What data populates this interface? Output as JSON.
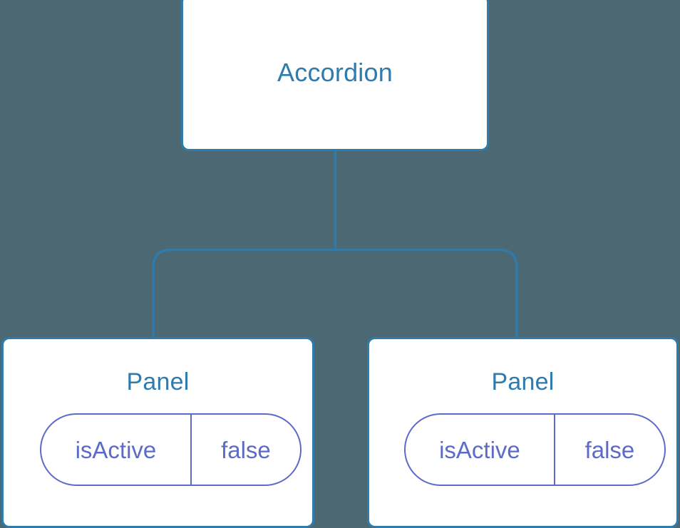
{
  "diagram": {
    "type": "component-tree",
    "background_color": "#4c6872",
    "node_border_color": "#2e7bad",
    "node_title_color": "#2e7bad",
    "connector_color": "#2e7bad",
    "prop_color": "#5c6bc8",
    "root": {
      "title": "Accordion"
    },
    "children": [
      {
        "title": "Panel",
        "props": [
          {
            "key": "isActive",
            "value": "false"
          }
        ]
      },
      {
        "title": "Panel",
        "props": [
          {
            "key": "isActive",
            "value": "false"
          }
        ]
      }
    ]
  }
}
